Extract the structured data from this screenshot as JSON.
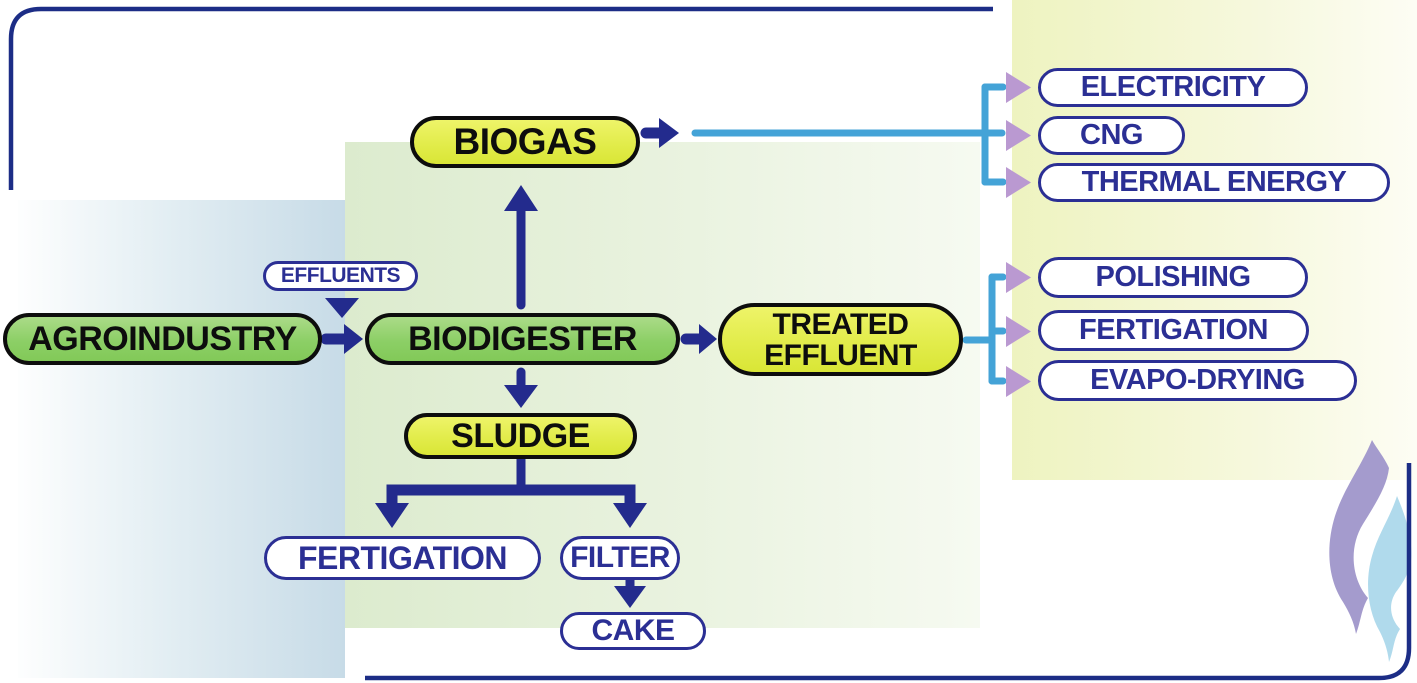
{
  "diagram": {
    "nodes": {
      "agroindustry": "AGROINDUSTRY",
      "biodigester": "BIODIGESTER",
      "biogas": "BIOGAS",
      "sludge": "SLUDGE",
      "treated_effluent": {
        "line1": "TREATED",
        "line2": "EFFLUENT"
      },
      "effluents": "EFFLUENTS"
    },
    "outputs": {
      "biogas": [
        "ELECTRICITY",
        "CNG",
        "THERMAL ENERGY"
      ],
      "treated_effluent": [
        "POLISHING",
        "FERTIGATION",
        "EVAPO-DRYING"
      ],
      "sludge": [
        "FERTIGATION",
        "FILTER"
      ],
      "filter": "CAKE"
    },
    "colors": {
      "navy_arrow": "#232b8d",
      "frame_navy": "#1c2d86",
      "outline_pill_navy": "#2b2f94",
      "green_node_fill": "#8ccf66",
      "yellow_node_fill": "#e2ec4b",
      "node_border_black": "#0d0d0d",
      "energy_line_blue": "#44a3d7",
      "output_arrow_purple": "#ba99d1",
      "flame_purple": "#a49bcd",
      "flame_blue": "#b0daec",
      "panel_blue": "#c7dbe7",
      "panel_green": "#dcebce",
      "panel_yellow": "#eef3c0"
    }
  }
}
